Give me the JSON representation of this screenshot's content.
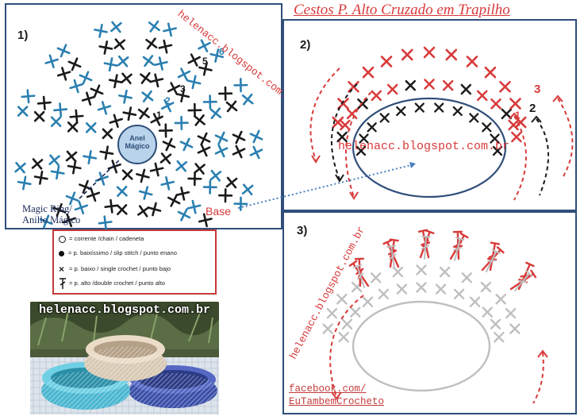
{
  "header": {
    "title": "Cestos P. Alto Cruzado em Trapilho"
  },
  "panel1": {
    "number": "1)",
    "center_label_line1": "Anel",
    "center_label_line2": "Mágico",
    "round_labels": [
      "1",
      "2",
      "3",
      "5",
      "6"
    ],
    "watermark": "helenacc.blogspot.com.br",
    "magic_ring_line1": "Magic Ring/",
    "magic_ring_line2": "Anillo Mágico"
  },
  "panel2": {
    "number": "2)",
    "round_labels": [
      "1",
      "2",
      "3"
    ],
    "watermark": "helenacc.blogspot.com.br",
    "base_label": "Base"
  },
  "panel3": {
    "number": "3)",
    "watermark": "helenacc.blogspot.com.br",
    "facebook_line1": "facebook.com/",
    "facebook_line2": "EuTambemCrocheto"
  },
  "legend": {
    "items": [
      {
        "symbol": "circle-open",
        "text": "= corrente /chain / cadeneta"
      },
      {
        "symbol": "circle-filled",
        "text": "= p. baixíssimo / slip stitch / punto enano"
      },
      {
        "symbol": "cross",
        "text": "= p. baixo / single crochet / punto bajo"
      },
      {
        "symbol": "double-crochet",
        "text": "= p. alto /double crochet / punto alto"
      }
    ]
  },
  "photo": {
    "caption": "helenacc.blogspot.com.br"
  },
  "colors": {
    "red": "#d83a3a",
    "blue": "#2a7fb0",
    "black": "#1a1a1a",
    "gray": "#bfbfbf",
    "frame": "#2f4e7a"
  }
}
